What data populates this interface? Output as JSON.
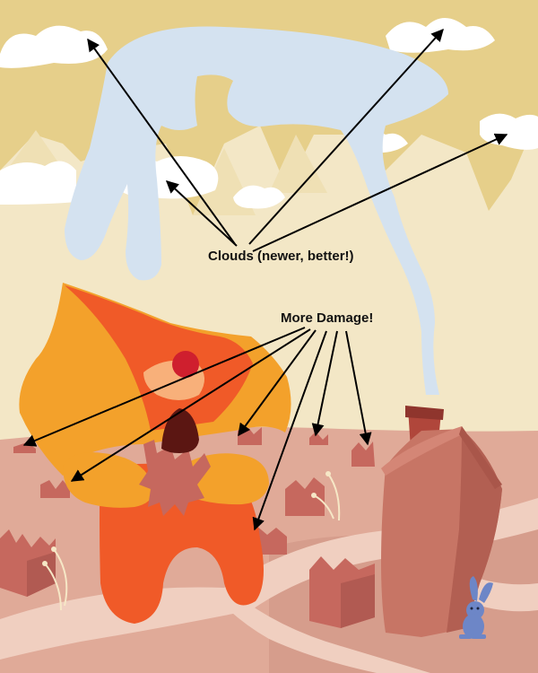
{
  "annotations": {
    "clouds_label": "Clouds (newer, better!)",
    "damage_label": "More Damage!"
  },
  "colors": {
    "sky_gold": "#e6cf8a",
    "sky_cream": "#f3e7c6",
    "cloud_white": "#ffffff",
    "smoke_blue": "#d4e2f0",
    "ground_pink": "#e0aa98",
    "path_light": "#f0cfc0",
    "monster_orange": "#f3a12b",
    "monster_red": "#f05a28",
    "ruin_brown": "#c6685e",
    "house_brown": "#c77565",
    "chimney_red": "#b0463b",
    "nose_red": "#cf1f2e",
    "bunny_blue": "#6d86c7",
    "arrow_black": "#000000"
  },
  "figures": {
    "monster": "orange-monster",
    "house": "leaning-house",
    "smoke": "smoke-plume",
    "critter": "blue-bunny"
  }
}
